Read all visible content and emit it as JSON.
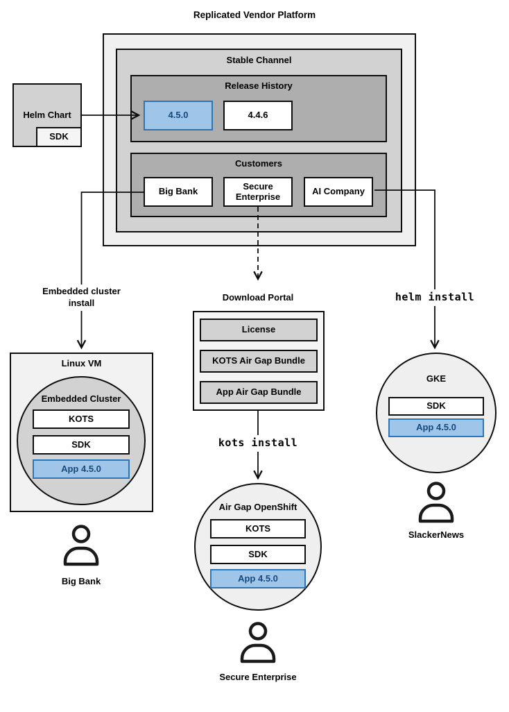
{
  "title": "Replicated Vendor Platform",
  "platform": {
    "stable_channel": {
      "label": "Stable Channel",
      "release_history": {
        "label": "Release History",
        "releases": [
          "4.5.0",
          "4.4.6"
        ]
      },
      "customers": {
        "label": "Customers",
        "items": [
          "Big Bank",
          "Secure Enterprise",
          "AI Company"
        ]
      }
    }
  },
  "helm_chart": {
    "label": "Helm Chart",
    "sdk": "SDK"
  },
  "flows": {
    "embedded": {
      "arrow_label": "Embedded cluster install",
      "vm": {
        "label": "Linux VM",
        "cluster": {
          "label": "Embedded Cluster",
          "components": [
            "KOTS",
            "SDK",
            "App 4.5.0"
          ]
        }
      },
      "user": "Big Bank"
    },
    "airgap": {
      "portal": {
        "label": "Download Portal",
        "items": [
          "License",
          "KOTS Air Gap Bundle",
          "App Air Gap Bundle"
        ]
      },
      "command": "kots install",
      "cluster": {
        "label": "Air Gap OpenShift",
        "components": [
          "KOTS",
          "SDK",
          "App 4.5.0"
        ]
      },
      "user": "Secure Enterprise"
    },
    "helm": {
      "command": "helm install",
      "cluster": {
        "label": "GKE",
        "components": [
          "SDK",
          "App 4.5.0"
        ]
      },
      "user": "SlackerNews"
    }
  },
  "colors": {
    "highlight_fill": "#9fc5e8",
    "highlight_border": "#2e75b6",
    "highlight_text": "#17487d",
    "container_light": "#f0f0f0",
    "container_mid": "#d2d2d2",
    "container_dark": "#aeaeae"
  }
}
